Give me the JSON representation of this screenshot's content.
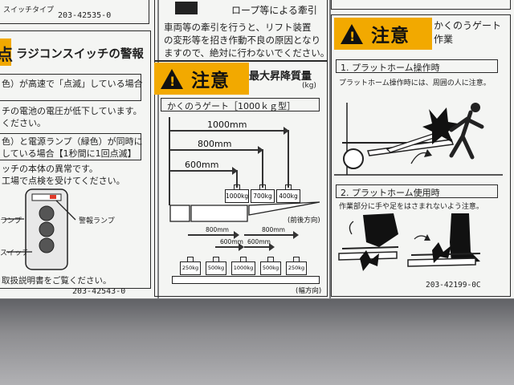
{
  "left_sticker": {
    "top_caption": "スイッチタイプ",
    "top_code": "203-42535-0",
    "title_fragment": "点",
    "title": "ラジコンスイッチの警報",
    "lines": [
      "色）が高速で「点滅」している場合",
      "チの電池の電圧が低下しています。",
      "ください。",
      "色）と電源ランプ（緑色）が同時に",
      "している場合【1秒間に1回点滅】",
      "ッチの本体の異常です。",
      "工場で点検を受けてください。"
    ],
    "label_lamp": "ランプ",
    "label_alarm_lamp": "警報ランプ",
    "label_switch": "スイッチ",
    "bottom_line": "取扱説明書をご覧ください。",
    "bottom_code": "203-42543-0"
  },
  "middle_sticker": {
    "top_lines": [
      "ロープ等による牽引",
      "車両等の牽引を行うと、リフト装置",
      "の変形等を招き作動不良の原因となり",
      "ますので、絶対に行わないでください。"
    ],
    "warning_word": "注意",
    "max_load_title": "最大昇降質量",
    "max_load_unit": "(kg)",
    "gate_label": "かくのうゲート［1000ｋｇ型］",
    "dims_top": [
      "1000mm",
      "800mm",
      "600mm"
    ],
    "weights_top": [
      "1000kg",
      "700kg",
      "400kg"
    ],
    "dir_front_back": "(前後方向)",
    "dims_bottom": [
      "800mm",
      "800mm",
      "600mm",
      "600mm"
    ],
    "weights_bottom": [
      "250kg",
      "500kg",
      "1000kg",
      "500kg",
      "250kg"
    ],
    "dir_width": "(幅方向)"
  },
  "right_sticker": {
    "warning_word": "注意",
    "header_text": "かくのうゲート\n作業",
    "section1_title": "1. プラットホーム操作時",
    "section1_text": "プラットホーム操作時には、周囲の人に注意。",
    "section2_title": "2. プラットホーム使用時",
    "section2_text": "作業部分に手や足をはさまれないよう注意。",
    "code": "203-42199-0C"
  }
}
